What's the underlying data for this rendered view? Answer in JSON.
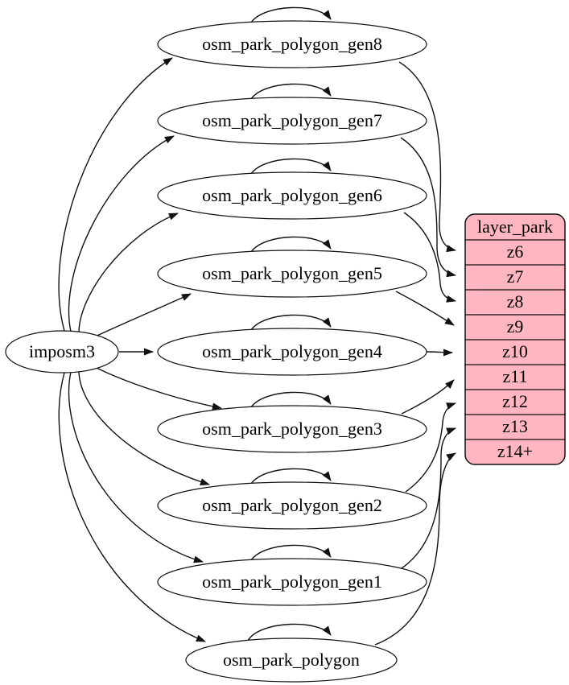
{
  "diagram": {
    "background": "#ffffff",
    "stroke_color": "#111111",
    "source": {
      "label": "imposm3"
    },
    "tables": [
      {
        "label": "osm_park_polygon_gen8",
        "maps_to_zoom": "z6"
      },
      {
        "label": "osm_park_polygon_gen7",
        "maps_to_zoom": "z7"
      },
      {
        "label": "osm_park_polygon_gen6",
        "maps_to_zoom": "z8"
      },
      {
        "label": "osm_park_polygon_gen5",
        "maps_to_zoom": "z9"
      },
      {
        "label": "osm_park_polygon_gen4",
        "maps_to_zoom": "z10"
      },
      {
        "label": "osm_park_polygon_gen3",
        "maps_to_zoom": "z11"
      },
      {
        "label": "osm_park_polygon_gen2",
        "maps_to_zoom": "z12"
      },
      {
        "label": "osm_park_polygon_gen1",
        "maps_to_zoom": "z13"
      },
      {
        "label": "osm_park_polygon",
        "maps_to_zoom": "z14+"
      }
    ],
    "layer_table": {
      "title": "layer_park",
      "fill": "#ffb6c1",
      "rows": [
        "z6",
        "z7",
        "z8",
        "z9",
        "z10",
        "z11",
        "z12",
        "z13",
        "z14+"
      ]
    },
    "edges": {
      "from_source": [
        {
          "from": "imposm3",
          "to": "osm_park_polygon_gen8"
        },
        {
          "from": "imposm3",
          "to": "osm_park_polygon_gen7"
        },
        {
          "from": "imposm3",
          "to": "osm_park_polygon_gen6"
        },
        {
          "from": "imposm3",
          "to": "osm_park_polygon_gen5"
        },
        {
          "from": "imposm3",
          "to": "osm_park_polygon_gen4"
        },
        {
          "from": "imposm3",
          "to": "osm_park_polygon_gen3"
        },
        {
          "from": "imposm3",
          "to": "osm_park_polygon_gen2"
        },
        {
          "from": "imposm3",
          "to": "osm_park_polygon_gen1"
        },
        {
          "from": "imposm3",
          "to": "osm_park_polygon"
        }
      ],
      "self_loops": [
        "osm_park_polygon_gen8",
        "osm_park_polygon_gen7",
        "osm_park_polygon_gen6",
        "osm_park_polygon_gen5",
        "osm_park_polygon_gen4",
        "osm_park_polygon_gen3",
        "osm_park_polygon_gen2",
        "osm_park_polygon_gen1",
        "osm_park_polygon"
      ],
      "zoom_mappings": [
        {
          "from": "osm_park_polygon_gen8",
          "to": "z6"
        },
        {
          "from": "osm_park_polygon_gen7",
          "to": "z7"
        },
        {
          "from": "osm_park_polygon_gen6",
          "to": "z8"
        },
        {
          "from": "osm_park_polygon_gen5",
          "to": "z9"
        },
        {
          "from": "osm_park_polygon_gen4",
          "to": "z10"
        },
        {
          "from": "osm_park_polygon_gen3",
          "to": "z11"
        },
        {
          "from": "osm_park_polygon_gen2",
          "to": "z12"
        },
        {
          "from": "osm_park_polygon_gen1",
          "to": "z13"
        },
        {
          "from": "osm_park_polygon",
          "to": "z14+"
        }
      ]
    }
  }
}
